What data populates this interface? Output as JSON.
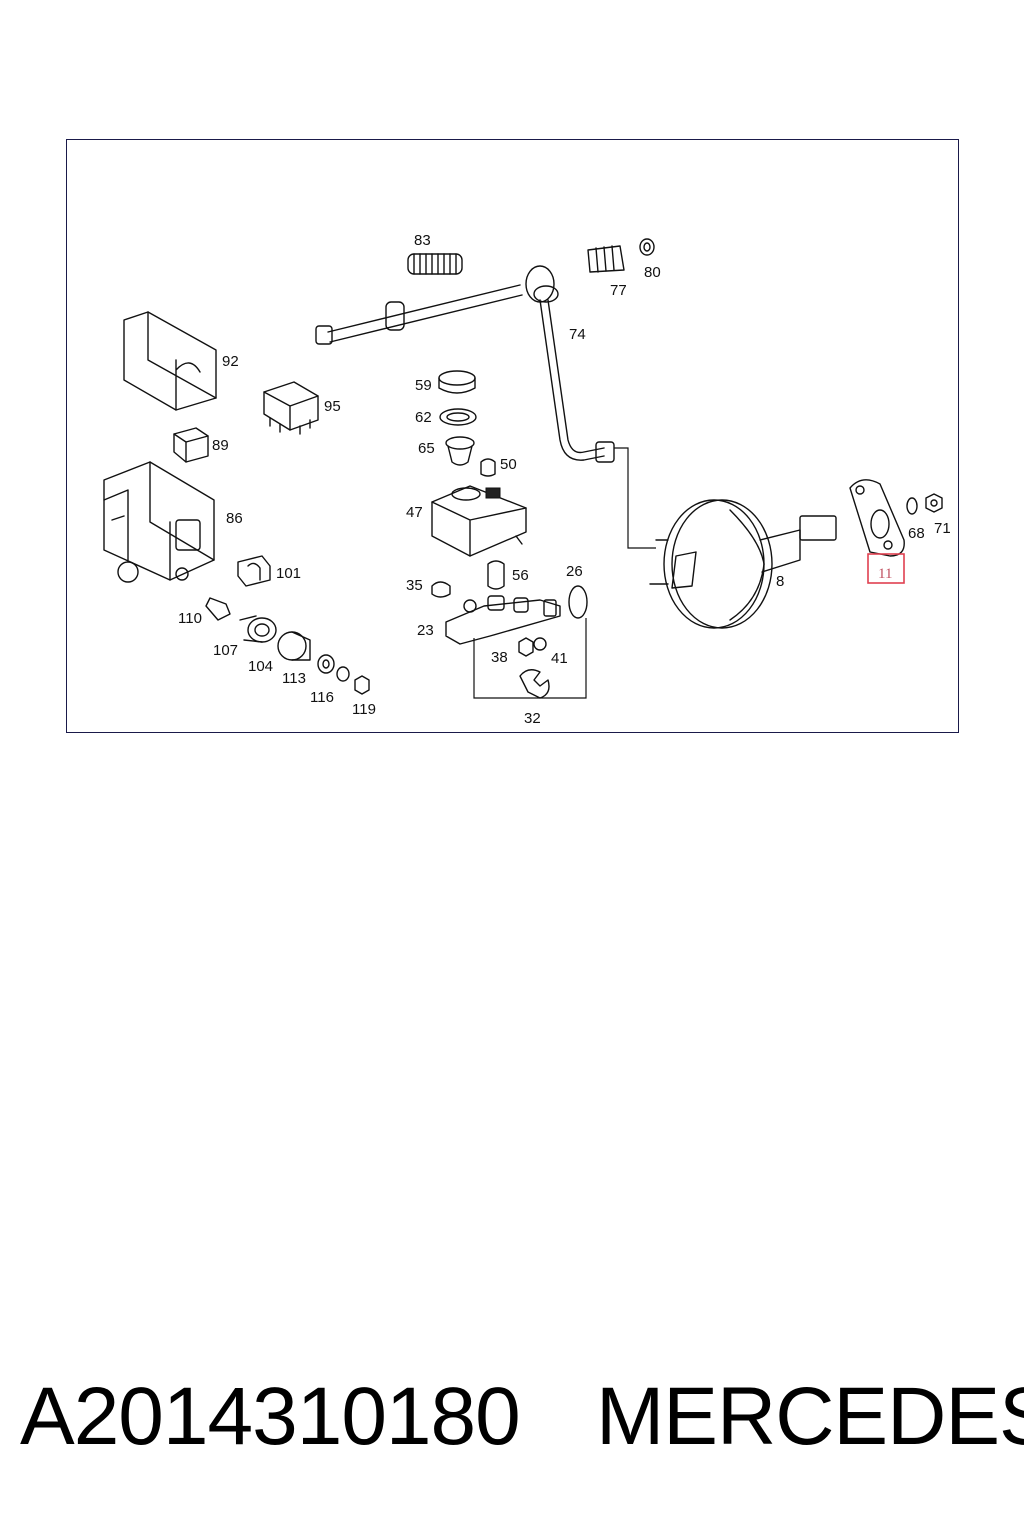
{
  "diagram": {
    "labels": {
      "l83": "83",
      "l77": "77",
      "l80": "80",
      "l74": "74",
      "l92": "92",
      "l95": "95",
      "l59": "59",
      "l62": "62",
      "l65": "65",
      "l50": "50",
      "l89": "89",
      "l86": "86",
      "l47": "47",
      "l68": "68",
      "l71": "71",
      "l8": "8",
      "l11": "11",
      "l101": "101",
      "l56": "56",
      "l26": "26",
      "l35": "35",
      "l110": "110",
      "l23": "23",
      "l107": "107",
      "l38": "38",
      "l41": "41",
      "l104": "104",
      "l113": "113",
      "l116": "116",
      "l119": "119",
      "l32": "32"
    },
    "highlight": {
      "label": "11",
      "color": "#e04050"
    }
  },
  "caption": {
    "part_number": "A2014310180",
    "brand": "MERCEDES"
  }
}
